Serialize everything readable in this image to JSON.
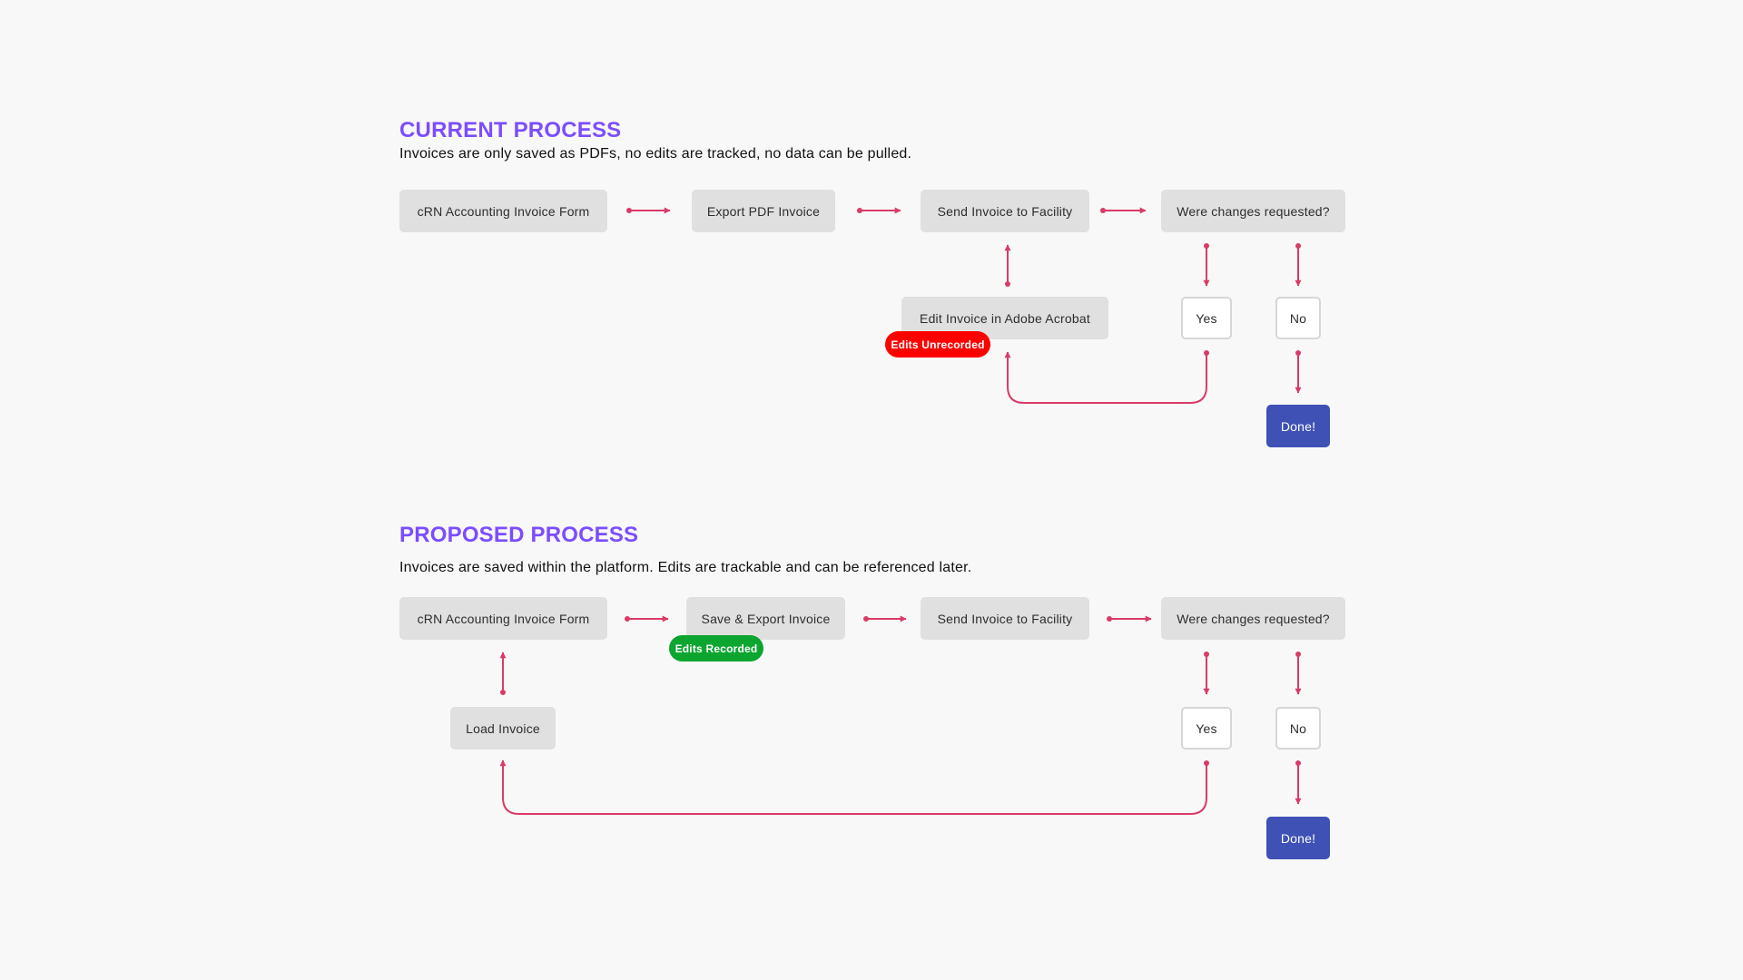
{
  "current": {
    "title": "CURRENT PROCESS",
    "subtitle": "Invoices are only saved as PDFs, no edits are tracked, no data can be pulled.",
    "steps": {
      "form": "cRN Accounting Invoice Form",
      "export": "Export PDF Invoice",
      "send": "Send Invoice to Facility",
      "question": "Were changes requested?",
      "edit": "Edit Invoice in Adobe Acrobat",
      "yes": "Yes",
      "no": "No",
      "done": "Done!"
    },
    "badge": "Edits Unrecorded"
  },
  "proposed": {
    "title": "PROPOSED PROCESS",
    "subtitle": "Invoices are saved within the platform. Edits are trackable and can be referenced later.",
    "steps": {
      "form": "cRN Accounting Invoice Form",
      "export": "Save & Export Invoice",
      "send": "Send Invoice to Facility",
      "question": "Were changes requested?",
      "load": "Load Invoice",
      "yes": "Yes",
      "no": "No",
      "done": "Done!"
    },
    "badge": "Edits Recorded"
  },
  "colors": {
    "title": "#7c4dff",
    "arrow": "#d93b67",
    "step": "#e0e0e0",
    "done": "#3f51b5",
    "badge_unrecorded": "#ff0000",
    "badge_recorded": "#0ba530"
  }
}
